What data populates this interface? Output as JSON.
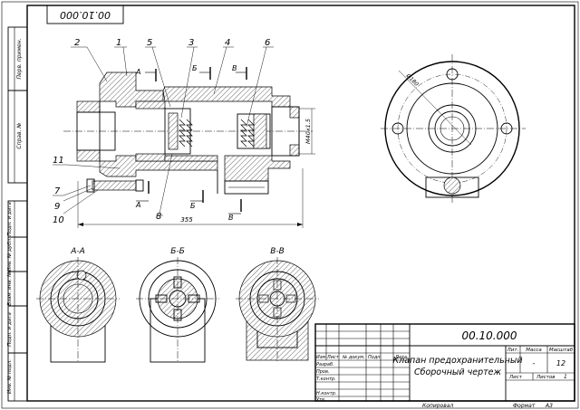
{
  "stamp_top": "00.10.000",
  "side_labels": [
    "Перв. примен.",
    "Справ. №",
    "Подп. и дата",
    "Инв. № дубл.",
    "Взам. инв. №",
    "Подп. и дата",
    "Инв. № подл."
  ],
  "callouts": {
    "c1": "1",
    "c2": "2",
    "c3": "3",
    "c4": "4",
    "c5": "5",
    "c6": "6",
    "c7": "7",
    "c8": "8",
    "c9": "9",
    "c10": "10",
    "c11": "11"
  },
  "cut_marks": {
    "a_top": "А",
    "a_bottom": "А",
    "b_top": "Б",
    "b_bottom": "Б",
    "v_top": "В",
    "v_bottom": "В"
  },
  "dims": {
    "length": "355",
    "thread": "M40x1.5",
    "circle": "Ø180"
  },
  "sections": {
    "a": "А-А",
    "b": "Б-Б",
    "v": "В-В"
  },
  "title_block": {
    "designation": "00.10.000",
    "name_line1": "Клапан предохранительный",
    "name_line2": "Сборочный чертеж",
    "col_lit": "Лит.",
    "col_mass": "Масса",
    "col_scale": "Масштаб",
    "scale_dash": "-",
    "scale_value": "12",
    "sheet_label": "Лист",
    "sheets_label": "Листов",
    "sheets_value": "1",
    "row_izm": "Изм",
    "row_list": "Лист",
    "row_doc": "№ докум.",
    "row_podp": "Подп.",
    "row_date": "Дата",
    "row_razrab": "Разраб.",
    "row_prov": "Пров.",
    "row_tkontr": "Т.контр.",
    "row_nkontr": "Н.контр.",
    "row_utv": "Утв."
  },
  "footer": {
    "copied": "Копировал",
    "format": "Формат",
    "format_value": "А3"
  }
}
